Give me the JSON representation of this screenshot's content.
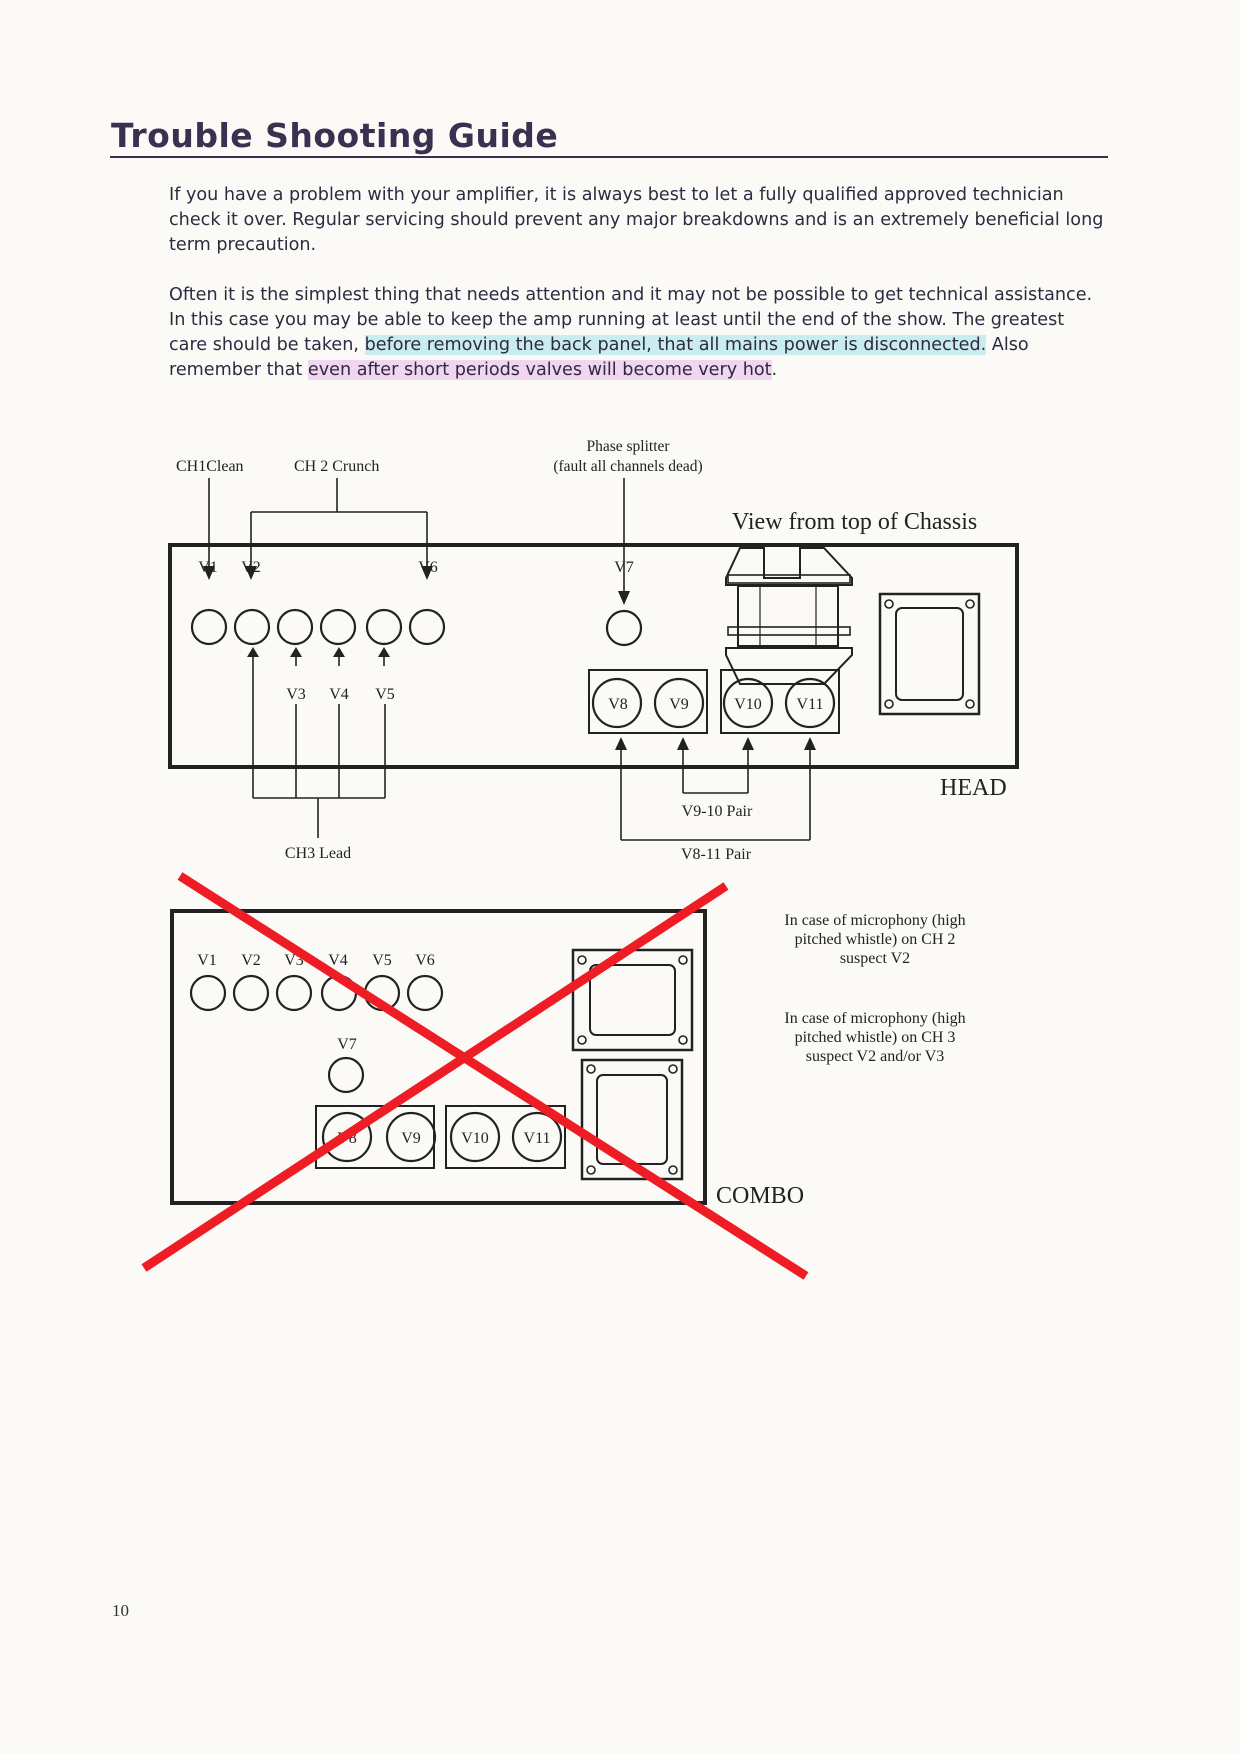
{
  "title": "Trouble Shooting Guide",
  "paragraphs": {
    "p1": "If you have a problem with your amplifier, it is always best to let a fully qualified approved technician check it over.  Regular servicing should prevent any major breakdowns and is an extremely beneficial long term precaution.",
    "p2_a": "Often it is the simplest thing that needs attention and it may not be possible to get technical  assistance.  In this case you may be able to keep the amp running at least until the end of the show.  The greatest care should be taken, ",
    "p2_b": "before removing the back panel, that all mains power is disconnected.",
    "p2_c": " Also remember that ",
    "p2_d": "even after short periods valves will become very hot",
    "p2_e": "."
  },
  "head_diagram": {
    "label_ch1": "CH1Clean",
    "label_ch2": "CH 2 Crunch",
    "label_phase_1": "Phase splitter",
    "label_phase_2": "(fault all channels dead)",
    "view_label": "View from top of Chassis",
    "head_label": "HEAD",
    "ch3_label": "CH3 Lead",
    "pair_9_10": "V9-10 Pair",
    "pair_8_11": "V8-11 Pair",
    "valves": {
      "v1": "V1",
      "v2": "V2",
      "v3": "V3",
      "v4": "V4",
      "v5": "V5",
      "v6": "V6",
      "v7": "V7",
      "v8": "V8",
      "v9": "V9",
      "v10": "V10",
      "v11": "V11"
    }
  },
  "combo_diagram": {
    "combo_label": "COMBO",
    "valves": {
      "v1": "V1",
      "v2": "V2",
      "v3": "V3",
      "v4": "V4",
      "v5": "V5",
      "v6": "V6",
      "v7": "V7",
      "v8": "V8",
      "v9": "V9",
      "v10": "V10",
      "v11": "V11"
    },
    "cross_color": "#ee1c25"
  },
  "notes": {
    "note1_l1": "In case of microphony (high",
    "note1_l2": "pitched whistle) on CH 2",
    "note1_l3": "suspect V2",
    "note2_l1": "In case of microphony (high",
    "note2_l2": "pitched whistle) on CH 3",
    "note2_l3": "suspect V2 and/or V3"
  },
  "page_number": "10"
}
